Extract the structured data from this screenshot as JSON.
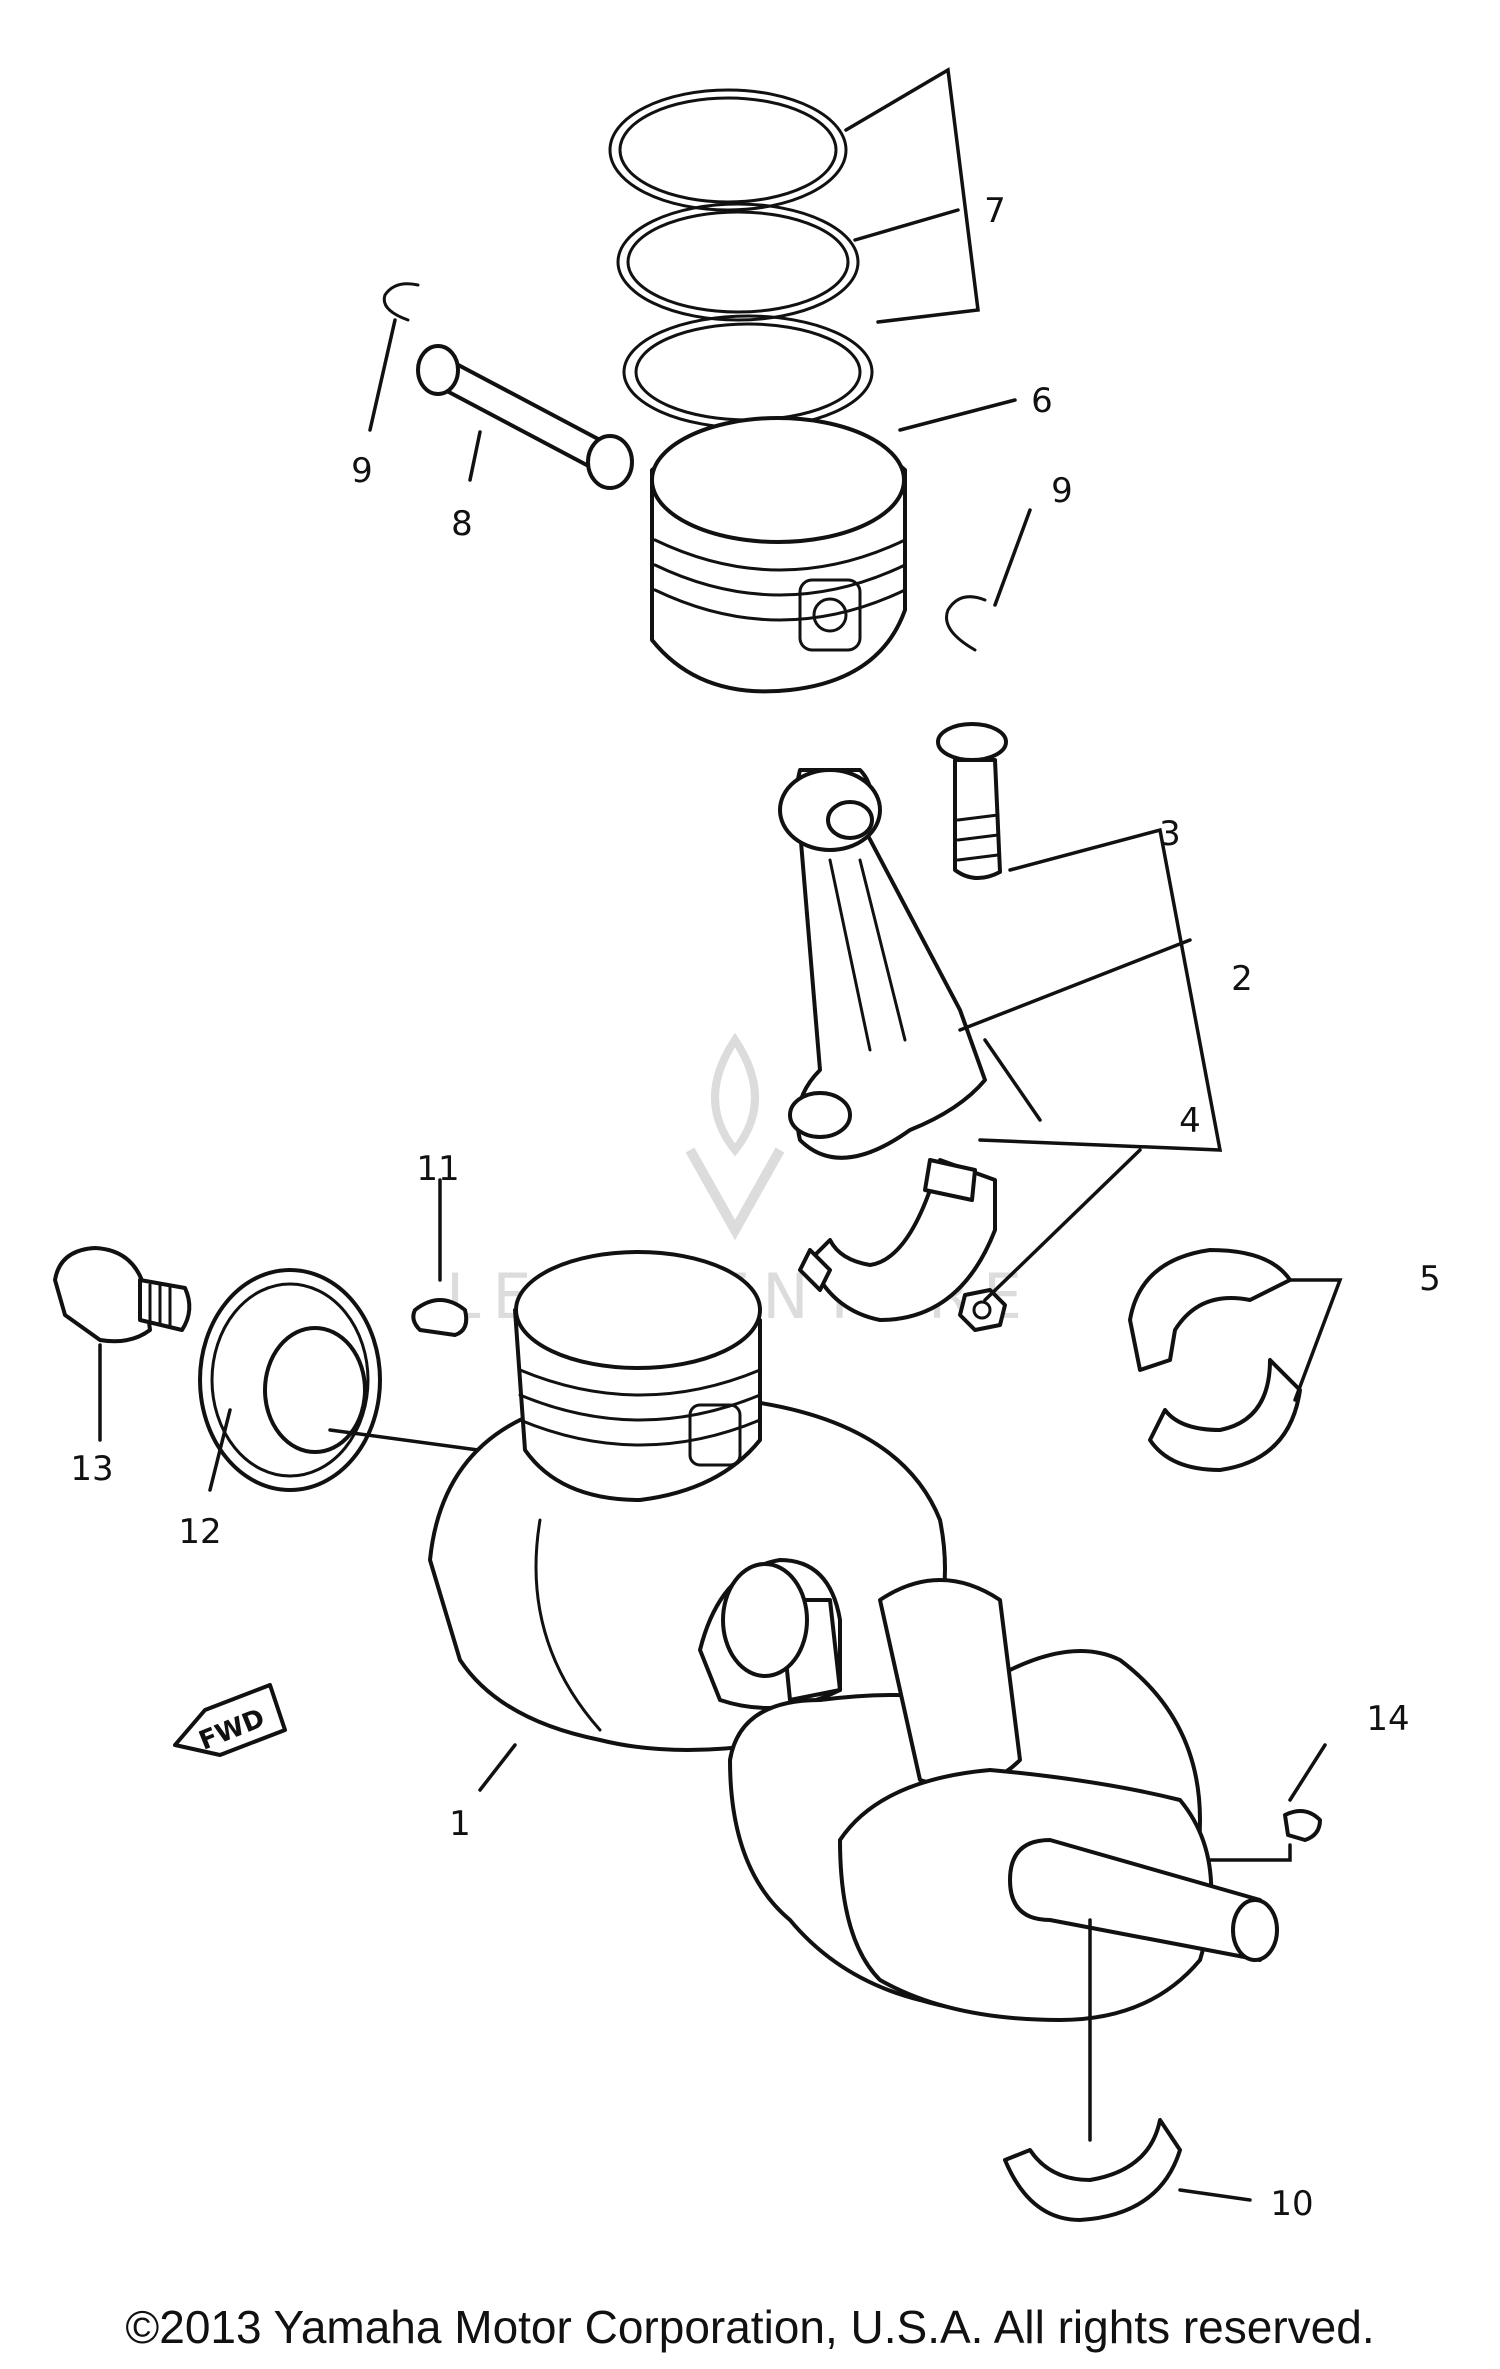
{
  "diagram": {
    "callouts": [
      {
        "id": "1",
        "label": "1"
      },
      {
        "id": "2",
        "label": "2"
      },
      {
        "id": "3",
        "label": "3"
      },
      {
        "id": "4",
        "label": "4"
      },
      {
        "id": "5",
        "label": "5"
      },
      {
        "id": "6",
        "label": "6"
      },
      {
        "id": "7",
        "label": "7"
      },
      {
        "id": "8",
        "label": "8"
      },
      {
        "id": "9a",
        "label": "9"
      },
      {
        "id": "9b",
        "label": "9"
      },
      {
        "id": "10",
        "label": "10"
      },
      {
        "id": "11",
        "label": "11"
      },
      {
        "id": "12",
        "label": "12"
      },
      {
        "id": "13",
        "label": "13"
      },
      {
        "id": "14",
        "label": "14"
      }
    ],
    "fwd_label": "FWD",
    "watermark": "LEADVENTURE",
    "colors": {
      "line": "#111111",
      "background": "#ffffff",
      "watermark": "#dcdcdc"
    }
  },
  "footer": {
    "copyright": "©2013 Yamaha Motor Corporation, U.S.A. All rights reserved."
  }
}
